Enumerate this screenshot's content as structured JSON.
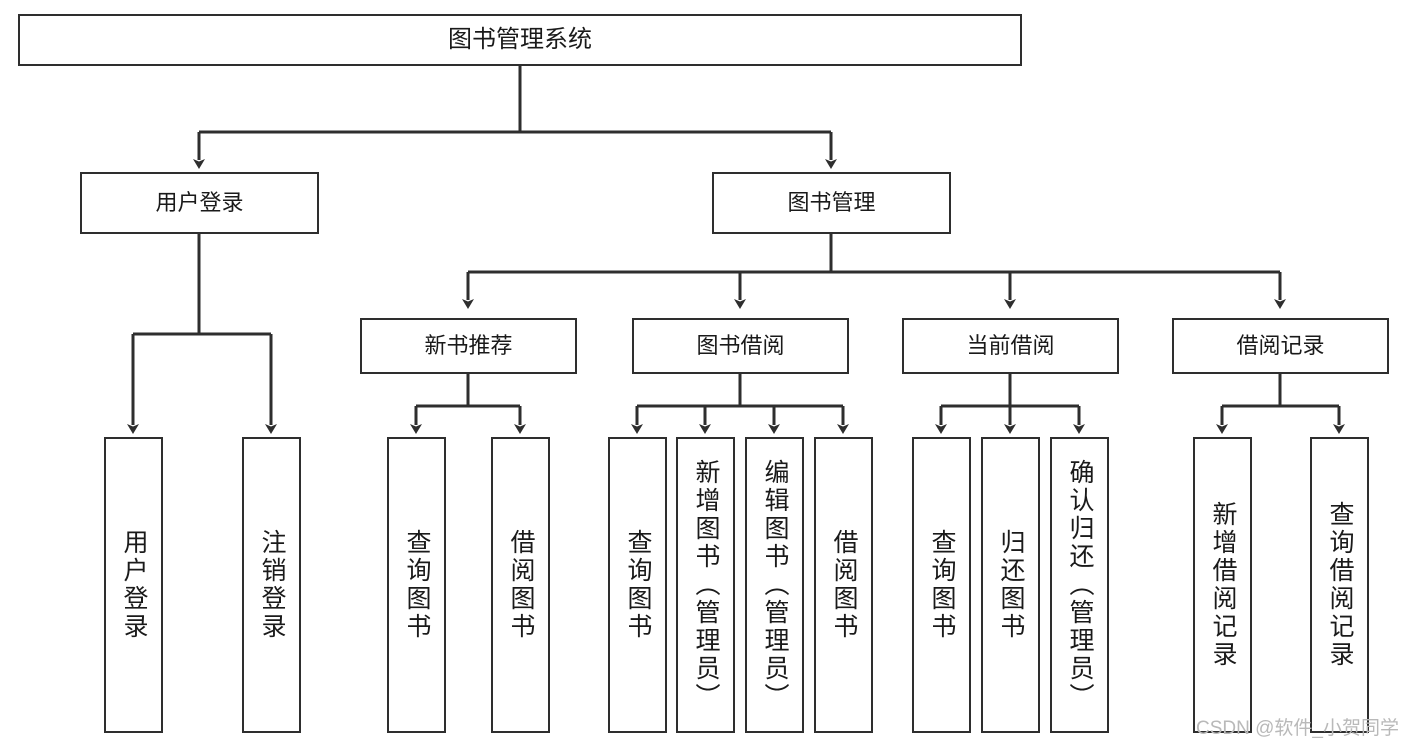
{
  "diagram": {
    "title": "图书管理系统",
    "watermark": "CSDN @软件_小贺同学",
    "line_color": "#2e2e2e",
    "box_border_color": "#2e2e2e",
    "box_fill_color": "#ffffff",
    "text_color": "#1a1a1a",
    "watermark_color": "#b9b9b9",
    "levels": {
      "root": "图书管理系统",
      "level2": [
        "用户登录",
        "图书管理"
      ],
      "level3": [
        "新书推荐",
        "图书借阅",
        "当前借阅",
        "借阅记录"
      ]
    },
    "nodes": {
      "root": {
        "label": "图书管理系统"
      },
      "user_login": {
        "label": "用户登录"
      },
      "book_manage": {
        "label": "图书管理"
      },
      "new_book_rec": {
        "label": "新书推荐"
      },
      "book_borrow": {
        "label": "图书借阅"
      },
      "current_borrow": {
        "label": "当前借阅"
      },
      "borrow_record": {
        "label": "借阅记录"
      },
      "leaf_user_login": {
        "label": "用户登录"
      },
      "leaf_logout": {
        "label": "注销登录"
      },
      "leaf_query_book_1": {
        "label": "查询图书"
      },
      "leaf_borrow_book_1": {
        "label": "借阅图书"
      },
      "leaf_query_book_2": {
        "label": "查询图书"
      },
      "leaf_add_book_admin": {
        "label": "新增图书（管理员）"
      },
      "leaf_edit_book_admin": {
        "label": "编辑图书（管理员）"
      },
      "leaf_borrow_book_2": {
        "label": "借阅图书"
      },
      "leaf_query_book_3": {
        "label": "查询图书"
      },
      "leaf_return_book": {
        "label": "归还图书"
      },
      "leaf_confirm_return_admin": {
        "label": "确认归还（管理员）"
      },
      "leaf_add_record": {
        "label": "新增借阅记录"
      },
      "leaf_query_record": {
        "label": "查询借阅记录"
      }
    }
  },
  "tree_data": {
    "type": "tree",
    "root": {
      "label": "图书管理系统",
      "children": [
        {
          "label": "用户登录",
          "children": [
            {
              "label": "用户登录"
            },
            {
              "label": "注销登录"
            }
          ]
        },
        {
          "label": "图书管理",
          "children": [
            {
              "label": "新书推荐",
              "children": [
                {
                  "label": "查询图书"
                },
                {
                  "label": "借阅图书"
                }
              ]
            },
            {
              "label": "图书借阅",
              "children": [
                {
                  "label": "查询图书"
                },
                {
                  "label": "新增图书（管理员）"
                },
                {
                  "label": "编辑图书（管理员）"
                },
                {
                  "label": "借阅图书"
                }
              ]
            },
            {
              "label": "当前借阅",
              "children": [
                {
                  "label": "查询图书"
                },
                {
                  "label": "归还图书"
                },
                {
                  "label": "确认归还（管理员）"
                }
              ]
            },
            {
              "label": "借阅记录",
              "children": [
                {
                  "label": "新增借阅记录"
                },
                {
                  "label": "查询借阅记录"
                }
              ]
            }
          ]
        }
      ]
    }
  }
}
